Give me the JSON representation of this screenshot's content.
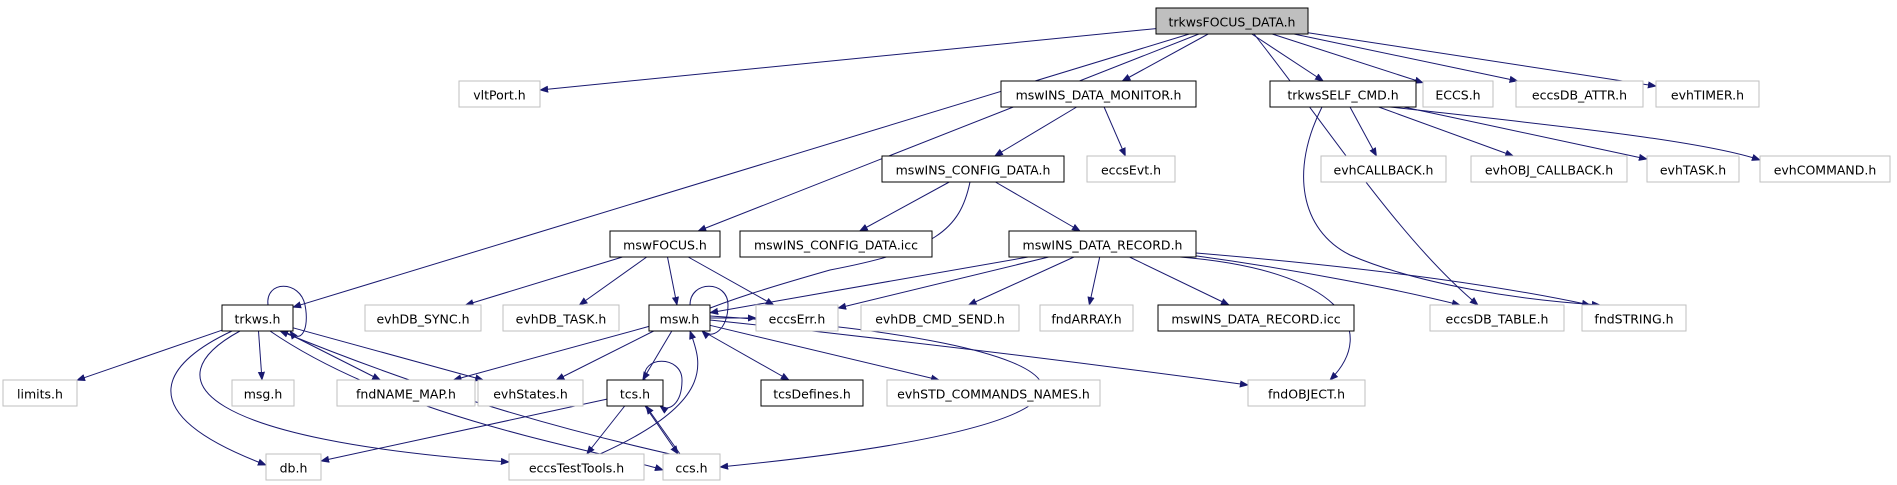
{
  "graph": {
    "root": "trkwsFOCUS_DATA.h",
    "nodes": [
      {
        "id": "n_root",
        "label": "trkwsFOCUS_DATA.h",
        "documented": true
      },
      {
        "id": "n_vltPort",
        "label": "vltPort.h",
        "documented": false
      },
      {
        "id": "n_mswINS_DATA_MONITOR",
        "label": "mswINS_DATA_MONITOR.h",
        "documented": true
      },
      {
        "id": "n_trkwsSELF_CMD",
        "label": "trkwsSELF_CMD.h",
        "documented": true
      },
      {
        "id": "n_ECCS",
        "label": "ECCS.h",
        "documented": false
      },
      {
        "id": "n_eccsDB_ATTR",
        "label": "eccsDB_ATTR.h",
        "documented": false
      },
      {
        "id": "n_evhTIMER",
        "label": "evhTIMER.h",
        "documented": false
      },
      {
        "id": "n_mswINS_CONFIG_DATA",
        "label": "mswINS_CONFIG_DATA.h",
        "documented": true
      },
      {
        "id": "n_eccsEvt",
        "label": "eccsEvt.h",
        "documented": false
      },
      {
        "id": "n_evhCALLBACK",
        "label": "evhCALLBACK.h",
        "documented": false
      },
      {
        "id": "n_evhOBJ_CALLBACK",
        "label": "evhOBJ_CALLBACK.h",
        "documented": false
      },
      {
        "id": "n_evhTASK",
        "label": "evhTASK.h",
        "documented": false
      },
      {
        "id": "n_evhCOMMAND",
        "label": "evhCOMMAND.h",
        "documented": false
      },
      {
        "id": "n_mswFOCUS",
        "label": "mswFOCUS.h",
        "documented": true
      },
      {
        "id": "n_mswINS_CONFIG_DATA_icc",
        "label": "mswINS_CONFIG_DATA.icc",
        "documented": true
      },
      {
        "id": "n_mswINS_DATA_RECORD",
        "label": "mswINS_DATA_RECORD.h",
        "documented": true
      },
      {
        "id": "n_trkws",
        "label": "trkws.h",
        "documented": true
      },
      {
        "id": "n_evhDB_SYNC",
        "label": "evhDB_SYNC.h",
        "documented": false
      },
      {
        "id": "n_evhDB_TASK",
        "label": "evhDB_TASK.h",
        "documented": false
      },
      {
        "id": "n_msw",
        "label": "msw.h",
        "documented": true
      },
      {
        "id": "n_eccsErr",
        "label": "eccsErr.h",
        "documented": false
      },
      {
        "id": "n_evhDB_CMD_SEND",
        "label": "evhDB_CMD_SEND.h",
        "documented": false
      },
      {
        "id": "n_fndARRAY",
        "label": "fndARRAY.h",
        "documented": false
      },
      {
        "id": "n_mswINS_DATA_RECORD_icc",
        "label": "mswINS_DATA_RECORD.icc",
        "documented": true
      },
      {
        "id": "n_eccsDB_TABLE",
        "label": "eccsDB_TABLE.h",
        "documented": false
      },
      {
        "id": "n_fndSTRING",
        "label": "fndSTRING.h",
        "documented": false
      },
      {
        "id": "n_limits",
        "label": "limits.h",
        "documented": false
      },
      {
        "id": "n_msg",
        "label": "msg.h",
        "documented": false
      },
      {
        "id": "n_fndNAME_MAP",
        "label": "fndNAME_MAP.h",
        "documented": false
      },
      {
        "id": "n_evhStates",
        "label": "evhStates.h",
        "documented": false
      },
      {
        "id": "n_tcs",
        "label": "tcs.h",
        "documented": true
      },
      {
        "id": "n_tcsDefines",
        "label": "tcsDefines.h",
        "documented": true
      },
      {
        "id": "n_evhSTD_COMMANDS_NAMES",
        "label": "evhSTD_COMMANDS_NAMES.h",
        "documented": false
      },
      {
        "id": "n_fndOBJECT",
        "label": "fndOBJECT.h",
        "documented": false
      },
      {
        "id": "n_db",
        "label": "db.h",
        "documented": false
      },
      {
        "id": "n_eccsTestTools",
        "label": "eccsTestTools.h",
        "documented": false
      },
      {
        "id": "n_ccs",
        "label": "ccs.h",
        "documented": false
      }
    ],
    "edges": [
      [
        "n_root",
        "n_vltPort"
      ],
      [
        "n_root",
        "n_mswINS_DATA_MONITOR"
      ],
      [
        "n_root",
        "n_trkwsSELF_CMD"
      ],
      [
        "n_root",
        "n_ECCS"
      ],
      [
        "n_root",
        "n_eccsDB_ATTR"
      ],
      [
        "n_root",
        "n_evhTIMER"
      ],
      [
        "n_root",
        "n_mswFOCUS"
      ],
      [
        "n_root",
        "n_trkws"
      ],
      [
        "n_root",
        "n_eccsDB_TABLE"
      ],
      [
        "n_mswINS_DATA_MONITOR",
        "n_mswINS_CONFIG_DATA"
      ],
      [
        "n_mswINS_DATA_MONITOR",
        "n_eccsEvt"
      ],
      [
        "n_trkwsSELF_CMD",
        "n_evhCALLBACK"
      ],
      [
        "n_trkwsSELF_CMD",
        "n_evhOBJ_CALLBACK"
      ],
      [
        "n_trkwsSELF_CMD",
        "n_evhTASK"
      ],
      [
        "n_trkwsSELF_CMD",
        "n_evhCOMMAND"
      ],
      [
        "n_trkwsSELF_CMD",
        "n_fndSTRING"
      ],
      [
        "n_mswINS_CONFIG_DATA",
        "n_mswINS_CONFIG_DATA_icc"
      ],
      [
        "n_mswINS_CONFIG_DATA",
        "n_mswINS_DATA_RECORD"
      ],
      [
        "n_mswINS_CONFIG_DATA",
        "n_msw"
      ],
      [
        "n_mswFOCUS",
        "n_evhDB_SYNC"
      ],
      [
        "n_mswFOCUS",
        "n_evhDB_TASK"
      ],
      [
        "n_mswFOCUS",
        "n_msw"
      ],
      [
        "n_mswFOCUS",
        "n_eccsErr"
      ],
      [
        "n_mswINS_DATA_RECORD",
        "n_msw"
      ],
      [
        "n_mswINS_DATA_RECORD",
        "n_eccsErr"
      ],
      [
        "n_mswINS_DATA_RECORD",
        "n_evhDB_CMD_SEND"
      ],
      [
        "n_mswINS_DATA_RECORD",
        "n_fndARRAY"
      ],
      [
        "n_mswINS_DATA_RECORD",
        "n_mswINS_DATA_RECORD_icc"
      ],
      [
        "n_mswINS_DATA_RECORD",
        "n_eccsDB_TABLE"
      ],
      [
        "n_mswINS_DATA_RECORD",
        "n_fndSTRING"
      ],
      [
        "n_mswINS_DATA_RECORD",
        "n_fndOBJECT"
      ],
      [
        "n_trkws",
        "n_trkws"
      ],
      [
        "n_trkws",
        "n_limits"
      ],
      [
        "n_trkws",
        "n_msg"
      ],
      [
        "n_trkws",
        "n_fndNAME_MAP"
      ],
      [
        "n_trkws",
        "n_evhStates"
      ],
      [
        "n_trkws",
        "n_db"
      ],
      [
        "n_trkws",
        "n_eccsTestTools"
      ],
      [
        "n_trkws",
        "n_ccs"
      ],
      [
        "n_msw",
        "n_msw"
      ],
      [
        "n_msw",
        "n_fndNAME_MAP"
      ],
      [
        "n_msw",
        "n_evhStates"
      ],
      [
        "n_msw",
        "n_tcs"
      ],
      [
        "n_msw",
        "n_tcsDefines"
      ],
      [
        "n_msw",
        "n_evhSTD_COMMANDS_NAMES"
      ],
      [
        "n_msw",
        "n_fndOBJECT"
      ],
      [
        "n_msw",
        "n_eccsErr"
      ],
      [
        "n_msw",
        "n_ccs"
      ],
      [
        "n_tcs",
        "n_tcs"
      ],
      [
        "n_tcs",
        "n_db"
      ],
      [
        "n_tcs",
        "n_eccsTestTools"
      ],
      [
        "n_tcs",
        "n_ccs"
      ],
      [
        "n_eccsTestTools",
        "n_msw"
      ],
      [
        "n_ccs",
        "n_trkws"
      ],
      [
        "n_ccs",
        "n_tcs"
      ]
    ]
  }
}
